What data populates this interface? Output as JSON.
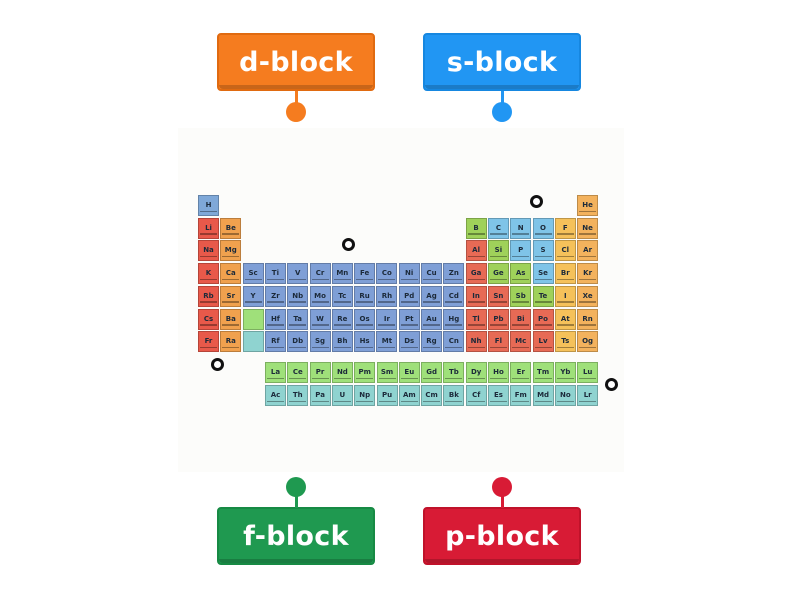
{
  "labels": {
    "d_block": "d-block",
    "s_block": "s-block",
    "f_block": "f-block",
    "p_block": "p-block"
  },
  "colors": {
    "d_block": "#f57c1f",
    "s_block": "#2196f3",
    "f_block": "#1f9950",
    "p_block": "#d81b35"
  },
  "table": {
    "main": [
      [
        "H",
        "",
        "",
        "",
        "",
        "",
        "",
        "",
        "",
        "",
        "",
        "",
        "",
        "",
        "",
        "",
        "",
        "He"
      ],
      [
        "Li",
        "Be",
        "",
        "",
        "",
        "",
        "",
        "",
        "",
        "",
        "",
        "",
        "B",
        "C",
        "N",
        "O",
        "F",
        "Ne"
      ],
      [
        "Na",
        "Mg",
        "",
        "",
        "",
        "",
        "",
        "",
        "",
        "",
        "",
        "",
        "Al",
        "Si",
        "P",
        "S",
        "Cl",
        "Ar"
      ],
      [
        "K",
        "Ca",
        "Sc",
        "Ti",
        "V",
        "Cr",
        "Mn",
        "Fe",
        "Co",
        "Ni",
        "Cu",
        "Zn",
        "Ga",
        "Ge",
        "As",
        "Se",
        "Br",
        "Kr"
      ],
      [
        "Rb",
        "Sr",
        "Y",
        "Zr",
        "Nb",
        "Mo",
        "Tc",
        "Ru",
        "Rh",
        "Pd",
        "Ag",
        "Cd",
        "In",
        "Sn",
        "Sb",
        "Te",
        "I",
        "Xe"
      ],
      [
        "Cs",
        "Ba",
        "",
        "Hf",
        "Ta",
        "W",
        "Re",
        "Os",
        "Ir",
        "Pt",
        "Au",
        "Hg",
        "Tl",
        "Pb",
        "Bi",
        "Po",
        "At",
        "Rn"
      ],
      [
        "Fr",
        "Ra",
        "",
        "Rf",
        "Db",
        "Sg",
        "Bh",
        "Hs",
        "Mt",
        "Ds",
        "Rg",
        "Cn",
        "Nh",
        "Fl",
        "Mc",
        "Lv",
        "Ts",
        "Og"
      ]
    ],
    "lanthanides": [
      "La",
      "Ce",
      "Pr",
      "Nd",
      "Pm",
      "Sm",
      "Eu",
      "Gd",
      "Tb",
      "Dy",
      "Ho",
      "Er",
      "Tm",
      "Yb",
      "Lu"
    ],
    "actinides": [
      "Ac",
      "Th",
      "Pa",
      "U",
      "Np",
      "Pu",
      "Am",
      "Cm",
      "Bk",
      "Cf",
      "Es",
      "Fm",
      "Md",
      "No",
      "Lr"
    ]
  }
}
